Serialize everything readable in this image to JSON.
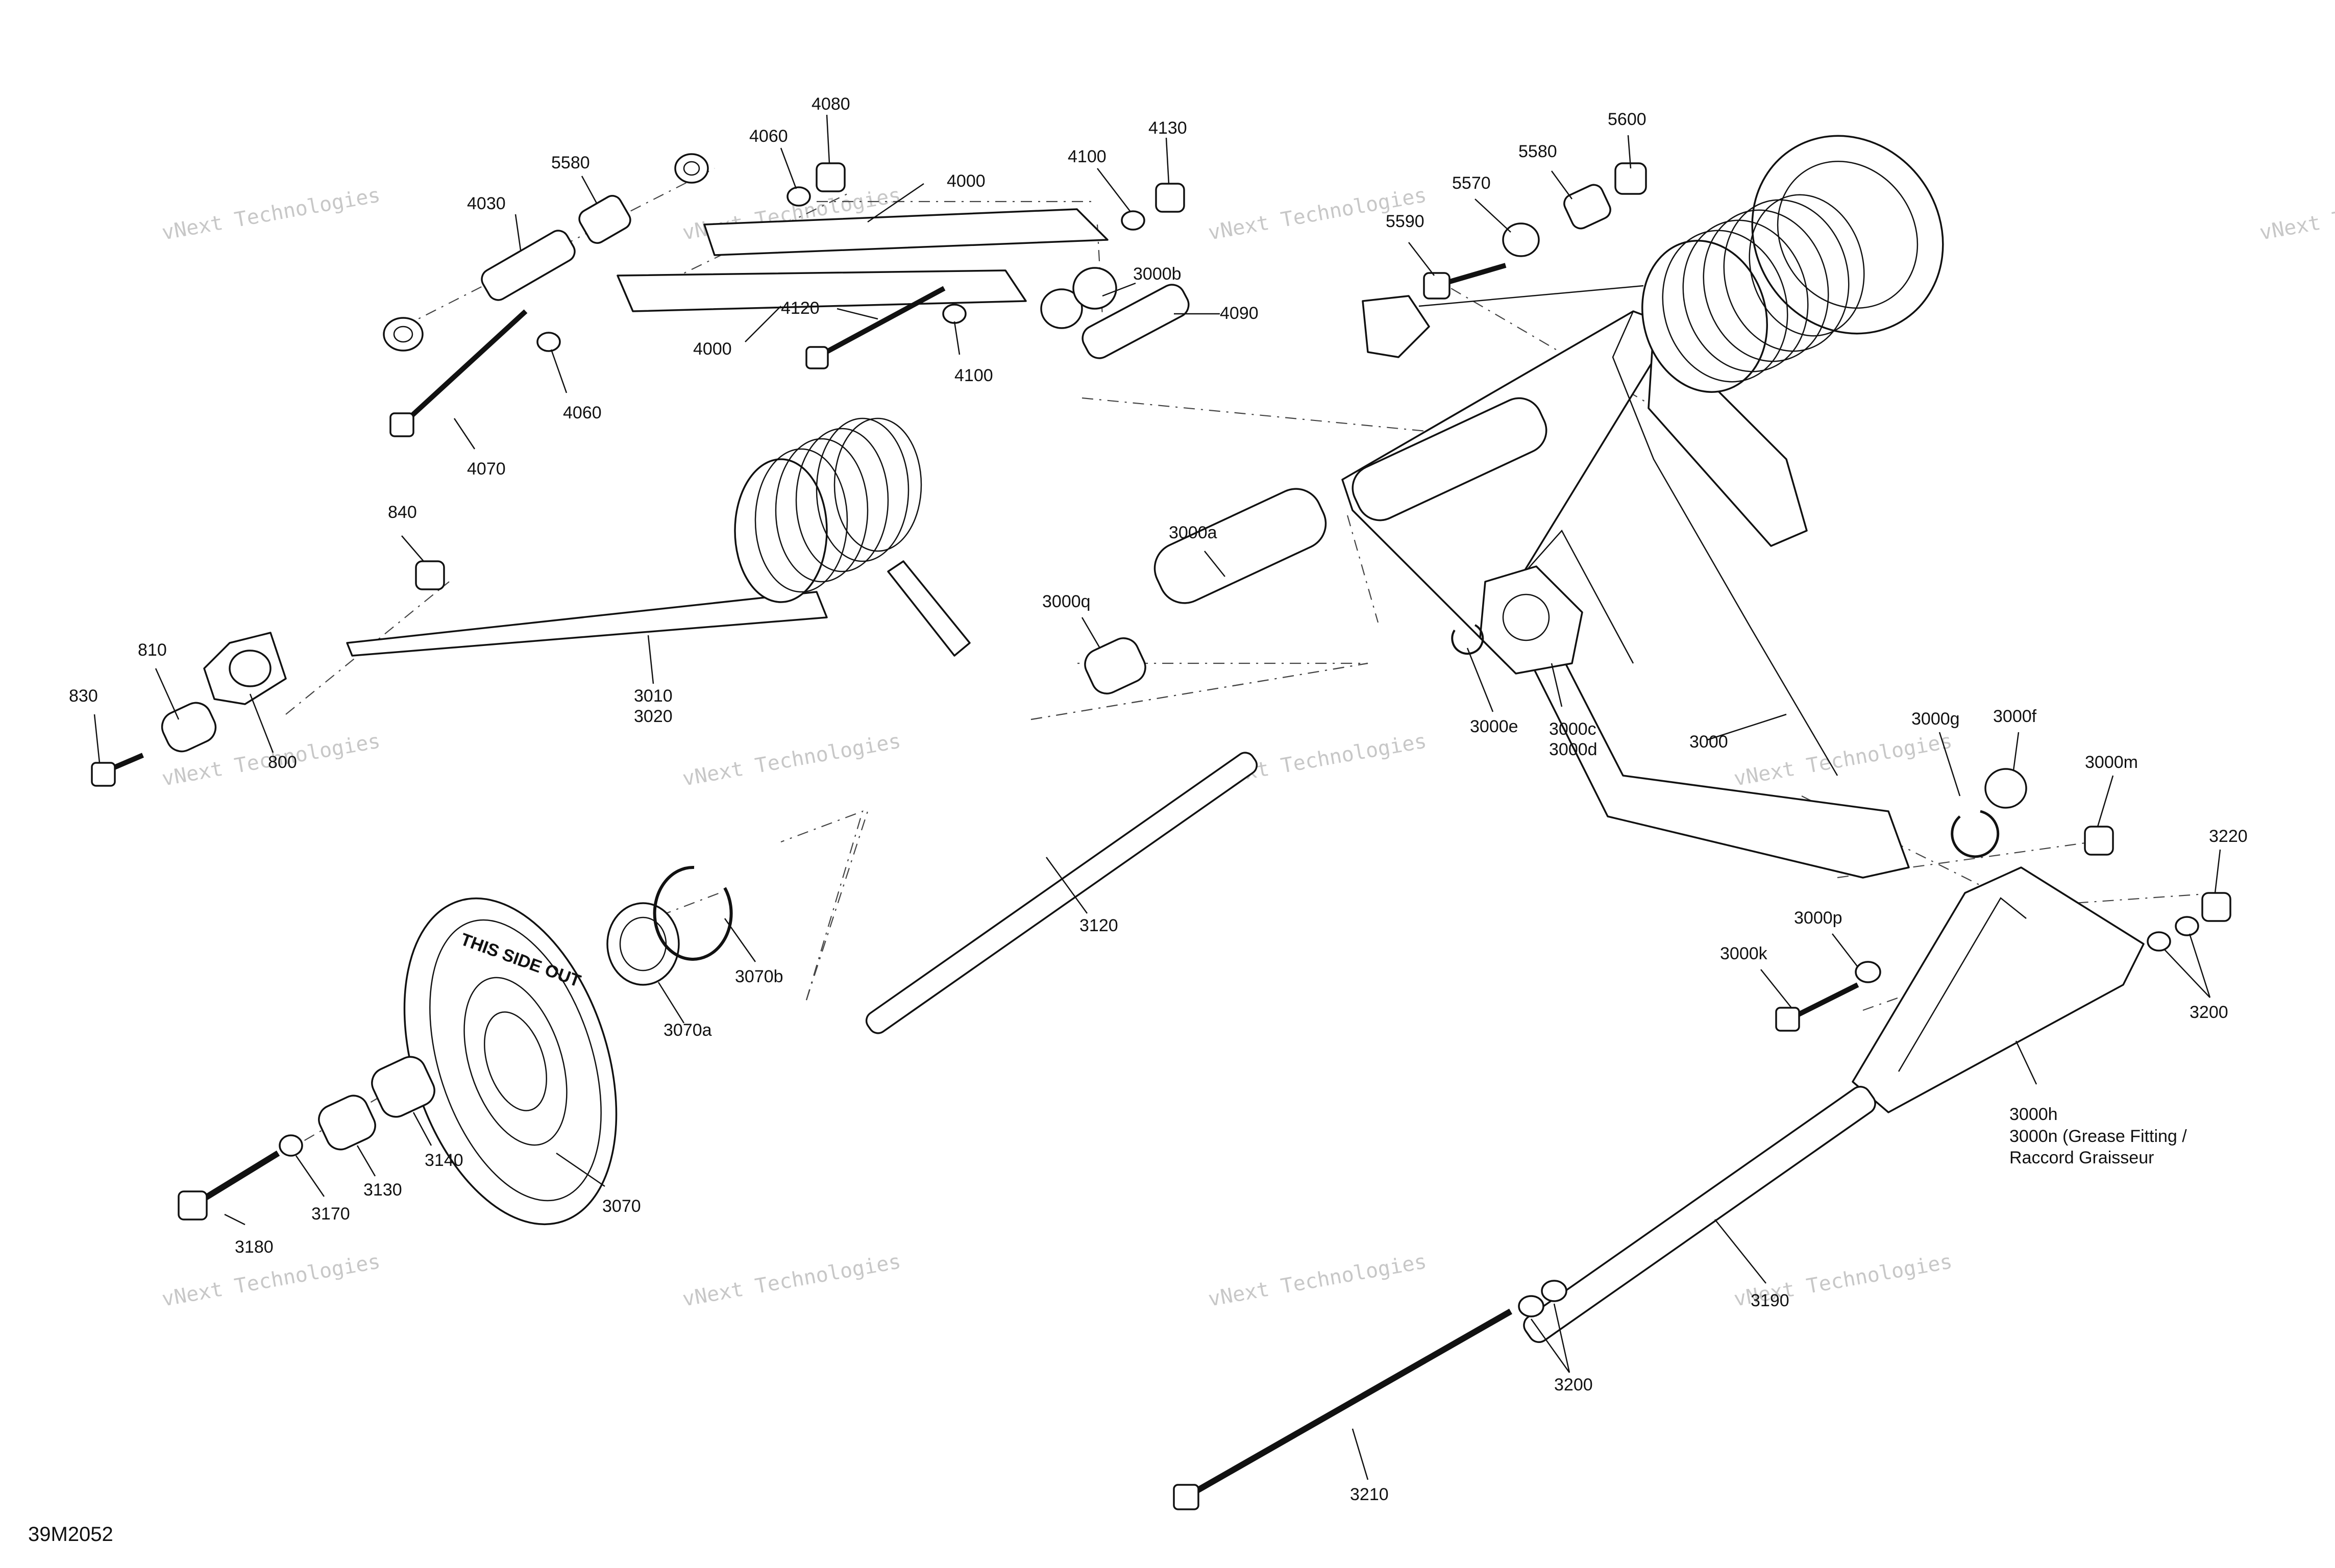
{
  "diagram_code": "39M2052",
  "watermark": {
    "line1": "vNext Technologies",
    "line2": "vNext",
    "line3": "Technologies"
  },
  "wheel_text": "THIS SIDE OUT",
  "labels": {
    "l4080": "4080",
    "l4130": "4130",
    "l4060a": "4060",
    "l4100a": "4100",
    "l5580a": "5580",
    "l4000a": "4000",
    "l4030": "4030",
    "l3000b": "3000b",
    "l4000b": "4000",
    "l4120": "4120",
    "l4100b": "4100",
    "l4090": "4090",
    "l4060b": "4060",
    "l4070": "4070",
    "l5600": "5600",
    "l5580b": "5580",
    "l5570": "5570",
    "l5590": "5590",
    "l840": "840",
    "l810": "810",
    "l830": "830",
    "l800": "800",
    "l3010": "3010",
    "l3020": "3020",
    "l3000a": "3000a",
    "l3000q": "3000q",
    "l3000e": "3000e",
    "l3000c": "3000c",
    "l3000d": "3000d",
    "l3000": "3000",
    "l3000g": "3000g",
    "l3000f": "3000f",
    "l3000m": "3000m",
    "l3220": "3220",
    "l3000p": "3000p",
    "l3000k": "3000k",
    "l3200a": "3200",
    "l3120": "3120",
    "l3070b": "3070b",
    "l3070a": "3070a",
    "l3000h": "3000h",
    "l3000n1": "3000n (Grease Fitting /",
    "l3000n2": "Raccord Graisseur",
    "l3140": "3140",
    "l3130": "3130",
    "l3170": "3170",
    "l3180": "3180",
    "l3070": "3070",
    "l3190": "3190",
    "l3200b": "3200",
    "l3210": "3210"
  }
}
